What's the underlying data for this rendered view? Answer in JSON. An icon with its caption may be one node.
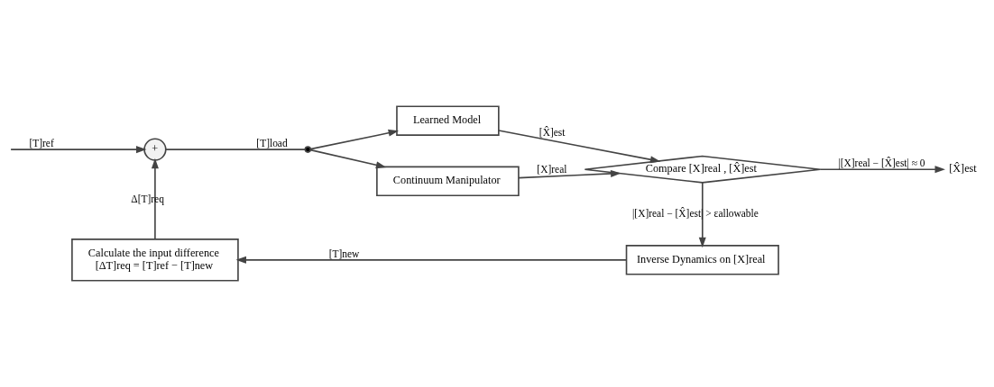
{
  "diagram": {
    "nodes": [
      {
        "text": [
          "+"
        ]
      },
      {
        "text": [],
        "shape": "dot"
      },
      {
        "text": [
          "Learned Model"
        ]
      },
      {
        "text": [
          "Continuum Manipulator"
        ]
      },
      {
        "text": [
          "Compare [X]real , [X̂]est"
        ]
      },
      {
        "text": [
          "Inverse Dynamics on [X]real"
        ]
      },
      {
        "text": [
          "Calculate the input difference",
          "[ΔT]req = [T]ref − [T]new"
        ]
      },
      {
        "text": [
          "[X̂]est"
        ]
      }
    ],
    "edges": [
      {
        "from": null,
        "to": 0,
        "arrow": "to",
        "label": "[T]ref"
      },
      {
        "from": 0,
        "to": 1,
        "arrow": "none",
        "label": "[T]load"
      },
      {
        "from": 1,
        "to": 2,
        "arrow": "to"
      },
      {
        "from": 1,
        "to": 3,
        "arrow": "to"
      },
      {
        "from": 2,
        "to": 4,
        "arrow": "to",
        "label": "[X̂]est"
      },
      {
        "from": 3,
        "to": 4,
        "arrow": "to",
        "label": "[X]real"
      },
      {
        "from": 4,
        "to": 7,
        "arrow": "to",
        "label": "|[X]real − [X̂]est| ≈ 0"
      },
      {
        "from": 4,
        "to": 5,
        "arrow": "to",
        "label": "|[X]real − [X̂]est| > εallowable"
      },
      {
        "from": 5,
        "to": 6,
        "arrow": "to",
        "label": "[T]new"
      },
      {
        "from": 6,
        "to": 0,
        "arrow": "to",
        "label": "Δ[T]req"
      }
    ]
  }
}
